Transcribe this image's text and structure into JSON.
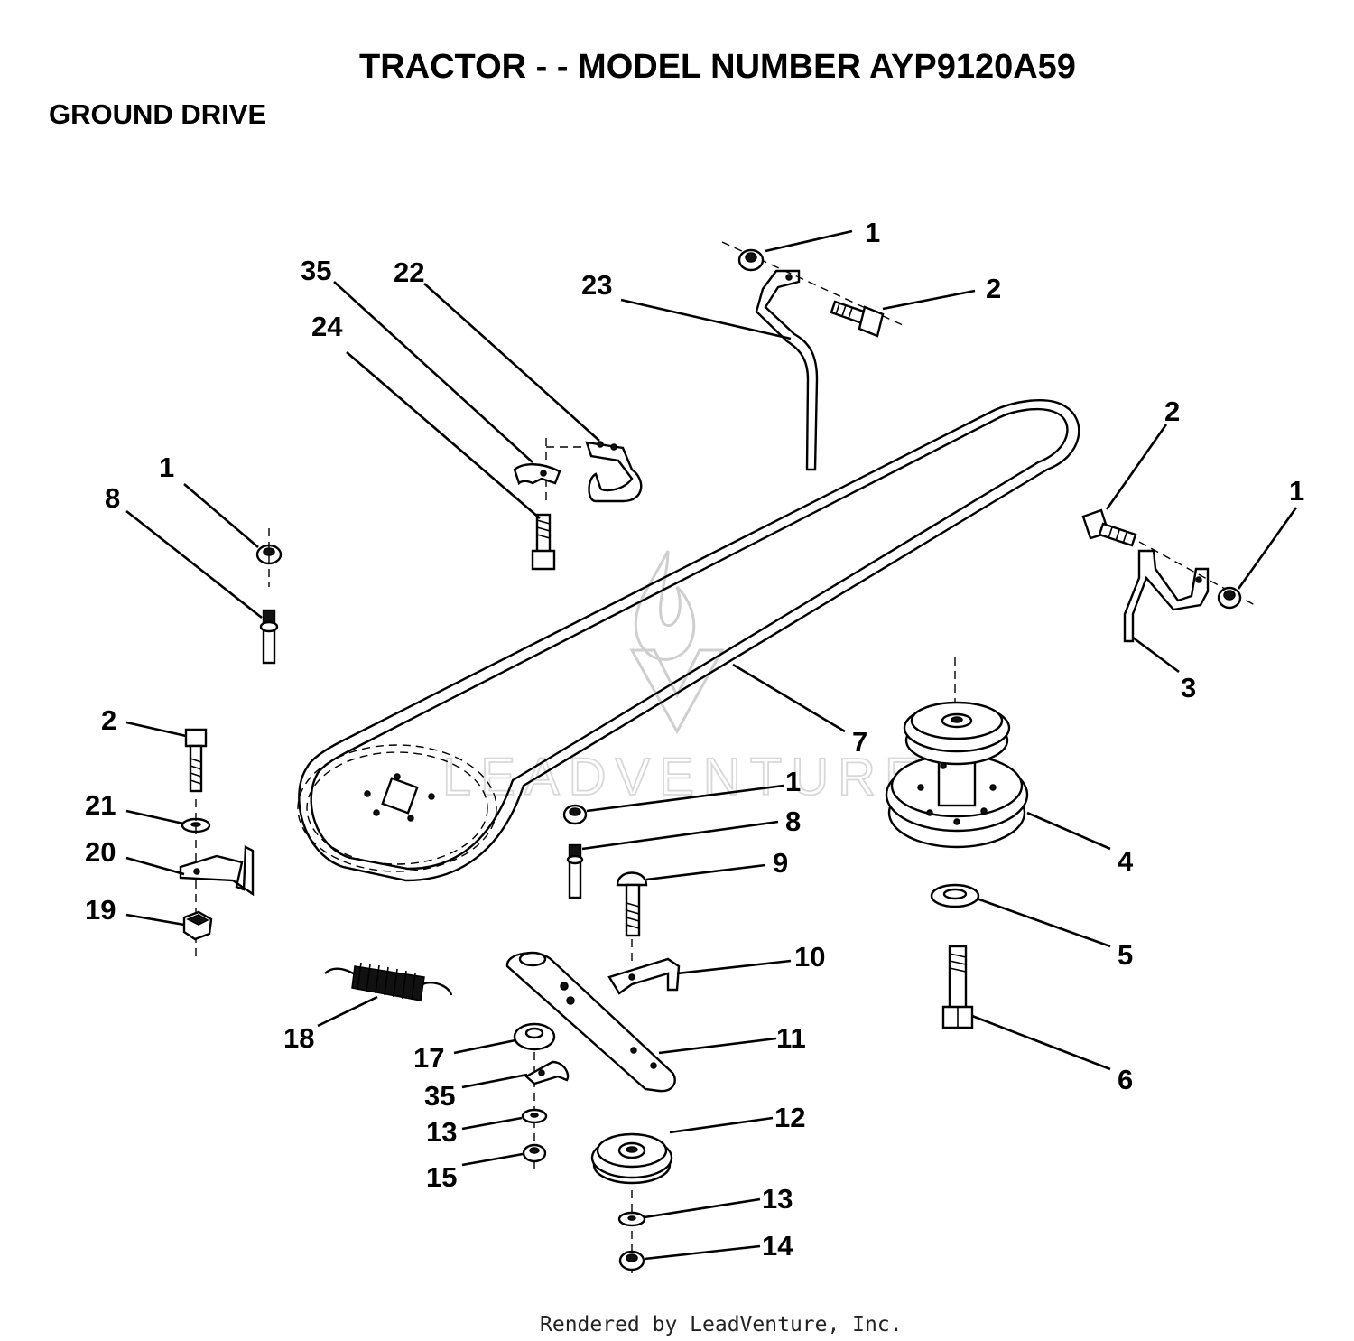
{
  "header": {
    "title": "TRACTOR - - MODEL NUMBER AYP9120A59",
    "section": "GROUND DRIVE"
  },
  "watermark": {
    "brand": "LEADVENTURE",
    "color": "#d0d0d0"
  },
  "footer": {
    "text": "Rendered by LeadVenture, Inc."
  },
  "callouts": [
    {
      "id": "c1",
      "label": "1"
    },
    {
      "id": "c2",
      "label": "2"
    },
    {
      "id": "c3",
      "label": "23"
    },
    {
      "id": "c4",
      "label": "35"
    },
    {
      "id": "c5",
      "label": "22"
    },
    {
      "id": "c6",
      "label": "24"
    },
    {
      "id": "c7",
      "label": "2"
    },
    {
      "id": "c8",
      "label": "1"
    },
    {
      "id": "c9",
      "label": "1"
    },
    {
      "id": "c10",
      "label": "8"
    },
    {
      "id": "c11",
      "label": "3"
    },
    {
      "id": "c12",
      "label": "7"
    },
    {
      "id": "c13",
      "label": "2"
    },
    {
      "id": "c14",
      "label": "21"
    },
    {
      "id": "c15",
      "label": "20"
    },
    {
      "id": "c16",
      "label": "19"
    },
    {
      "id": "c17",
      "label": "1"
    },
    {
      "id": "c18",
      "label": "8"
    },
    {
      "id": "c19",
      "label": "9"
    },
    {
      "id": "c20",
      "label": "4"
    },
    {
      "id": "c21",
      "label": "5"
    },
    {
      "id": "c22",
      "label": "10"
    },
    {
      "id": "c23",
      "label": "6"
    },
    {
      "id": "c24",
      "label": "18"
    },
    {
      "id": "c25",
      "label": "11"
    },
    {
      "id": "c26",
      "label": "17"
    },
    {
      "id": "c27",
      "label": "35"
    },
    {
      "id": "c28",
      "label": "12"
    },
    {
      "id": "c29",
      "label": "13"
    },
    {
      "id": "c30",
      "label": "15"
    },
    {
      "id": "c31",
      "label": "13"
    },
    {
      "id": "c32",
      "label": "14"
    }
  ]
}
